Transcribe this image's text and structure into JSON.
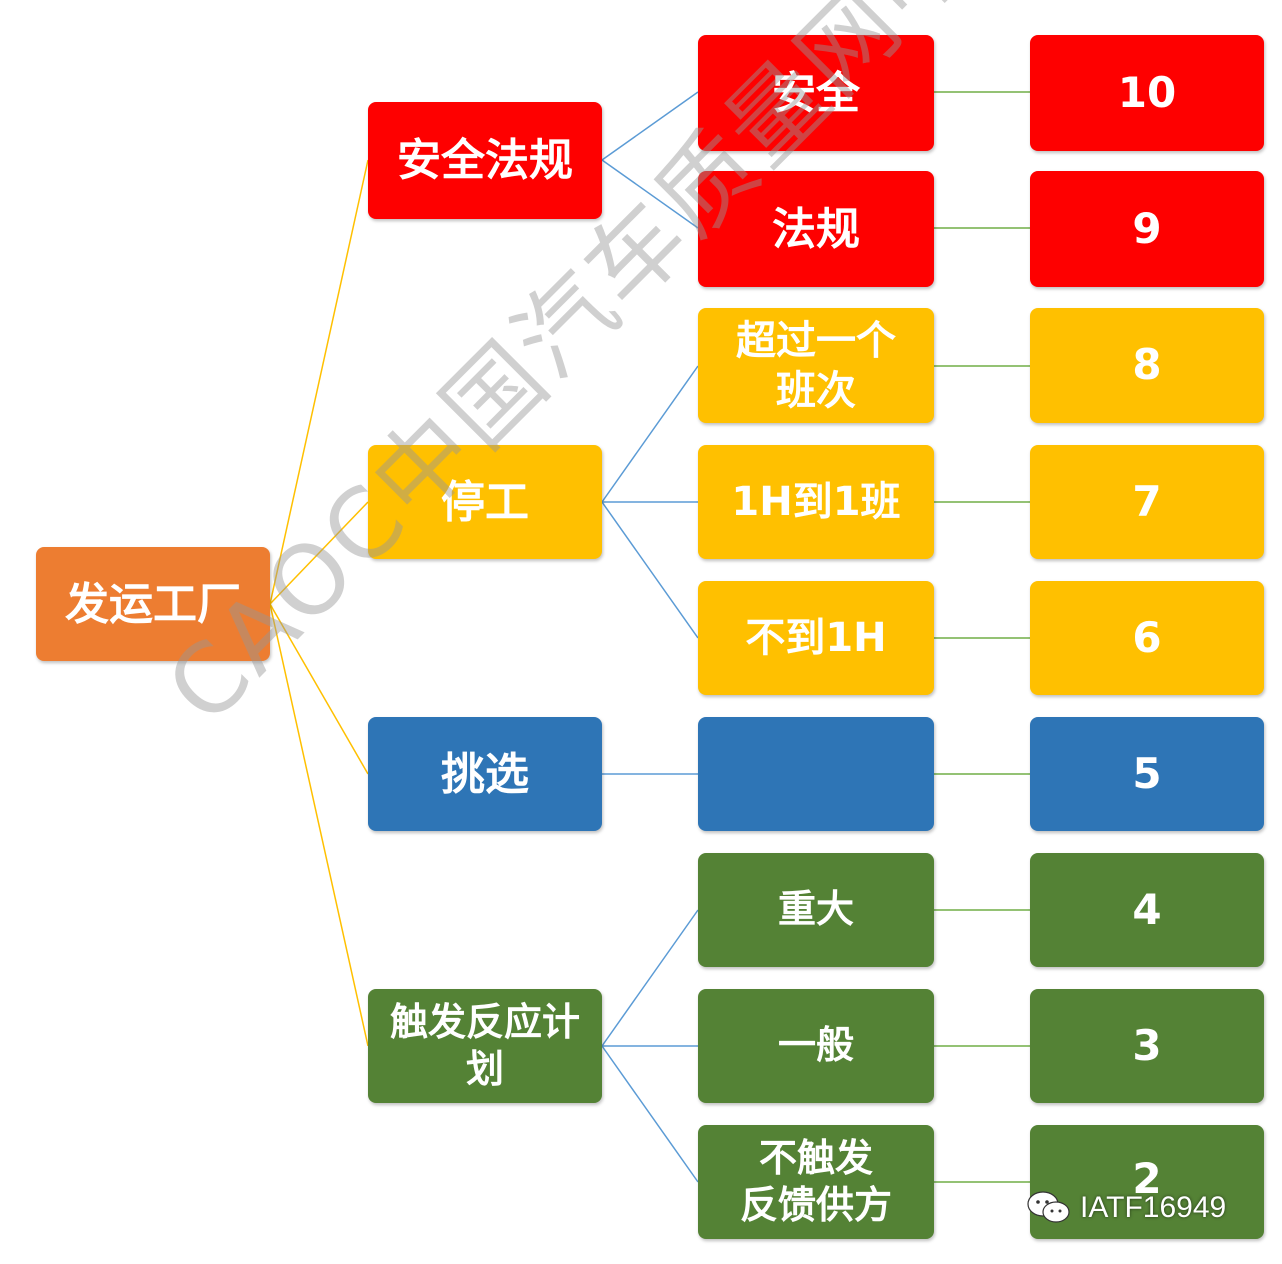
{
  "root": {
    "label": "发运工厂",
    "color": "#ed7d31"
  },
  "categories": [
    {
      "key": "safety",
      "label": "安全法规",
      "color": "#fe0000"
    },
    {
      "key": "stop",
      "label": "停工",
      "color": "#ffc000"
    },
    {
      "key": "sort",
      "label": "挑选",
      "color": "#2e75b6"
    },
    {
      "key": "reaction",
      "label": "触发反应计\n划",
      "color": "#548235"
    }
  ],
  "leaves": [
    {
      "label": "安全",
      "score": "10"
    },
    {
      "label": "法规",
      "score": "9"
    },
    {
      "label": "超过一个\n班次",
      "score": "8"
    },
    {
      "label": "1H到1班",
      "score": "7"
    },
    {
      "label": "不到1H",
      "score": "6"
    },
    {
      "label": "",
      "score": "5"
    },
    {
      "label": "重大",
      "score": "4"
    },
    {
      "label": "一般",
      "score": "3"
    },
    {
      "label": "不触发\n反馈供方",
      "score": "2"
    }
  ],
  "watermark": "CAOC中国汽车质量网中心",
  "brand": {
    "text": "IATF16949",
    "icon": "wechat-icon"
  }
}
